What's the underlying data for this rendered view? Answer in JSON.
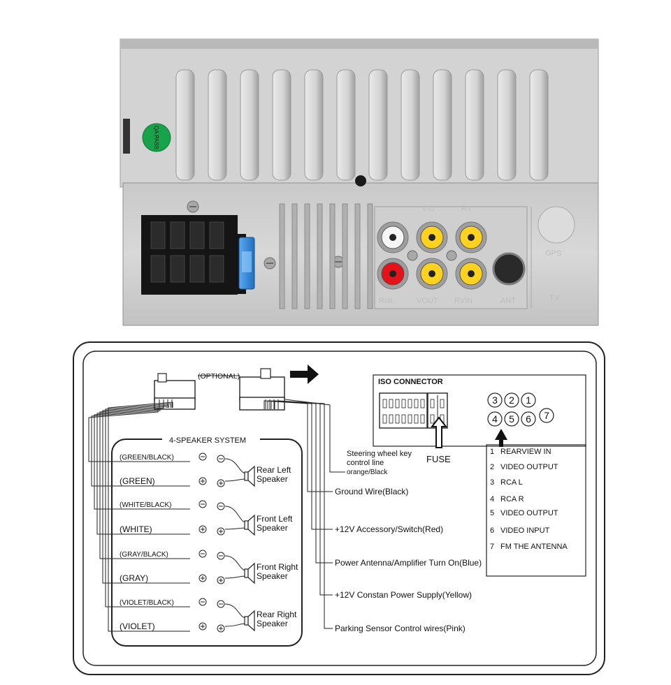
{
  "unit": {
    "qa_sticker": "QA PASS",
    "top_jack_labels": [
      "",
      "VID",
      "RV"
    ],
    "bottom_jack_labels": [
      "Rch",
      "VOUT",
      "RVIN"
    ],
    "ant_label": "ANT",
    "gps_label": "GPS",
    "tv_label": "TV"
  },
  "diagram": {
    "optional_label": "(OPTIONAL)",
    "speaker_system_title": "4-SPEAKER SYSTEM",
    "wire_rows": [
      {
        "label": "(GREEN/BLACK)",
        "small": true
      },
      {
        "label": "(GREEN)",
        "small": false
      },
      {
        "label": "(WHITE/BLACK)",
        "small": true
      },
      {
        "label": "(WHITE)",
        "small": false
      },
      {
        "label": "(GRAY/BLACK)",
        "small": true
      },
      {
        "label": "(GRAY)",
        "small": false
      },
      {
        "label": "(VIOLET/BLACK)",
        "small": true
      },
      {
        "label": "(VIOLET)",
        "small": false
      }
    ],
    "speakers": [
      {
        "line1": "Rear Left",
        "line2": "Speaker"
      },
      {
        "line1": "Front Left",
        "line2": "Speaker"
      },
      {
        "line1": "Front Right",
        "line2": "Speaker"
      },
      {
        "line1": "Rear Right",
        "line2": "Speaker"
      }
    ],
    "steering": [
      "Steering wheel key",
      "control line",
      "orange/Black"
    ],
    "wires": [
      "Ground  Wire(Black)",
      "+12V Accessory/Switch(Red)",
      "Power Antenna/Amplifier Turn On(Blue)",
      "+12V Constan Power Supply(Yellow)",
      "Parking Sensor Control wires(Pink)"
    ],
    "iso_title": "ISO CONNECTOR",
    "fuse_label": "FUSE",
    "port_numbers_top": [
      "3",
      "2",
      "1"
    ],
    "port_numbers_bottom": [
      "4",
      "5",
      "6",
      "7"
    ],
    "legend": [
      {
        "num": "1",
        "text": "REARVIEW IN"
      },
      {
        "num": "2",
        "text": "VIDEO OUTPUT"
      },
      {
        "num": "3",
        "text": "RCA L"
      },
      {
        "num": "4",
        "text": "RCA R"
      },
      {
        "num": "5",
        "text": "VIDEO OUTPUT"
      },
      {
        "num": "6",
        "text": "VIDEO  INPUT"
      },
      {
        "num": "7",
        "text": "FM THE ANTENNA"
      }
    ]
  }
}
